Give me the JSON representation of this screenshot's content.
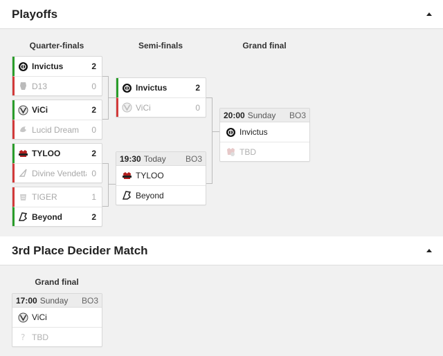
{
  "playoffs": {
    "title": "Playoffs",
    "rounds": {
      "qf": "Quarter-finals",
      "sf": "Semi-finals",
      "gf": "Grand final"
    },
    "quarterfinals": [
      {
        "top": {
          "team": "Invictus",
          "score": "2"
        },
        "bottom": {
          "team": "D13",
          "score": "0"
        }
      },
      {
        "top": {
          "team": "ViCi",
          "score": "2"
        },
        "bottom": {
          "team": "Lucid Dream",
          "score": "0"
        }
      },
      {
        "top": {
          "team": "TYLOO",
          "score": "2"
        },
        "bottom": {
          "team": "Divine Vendetta",
          "score": "0"
        }
      },
      {
        "top": {
          "team": "TIGER",
          "score": "1"
        },
        "bottom": {
          "team": "Beyond",
          "score": "2"
        }
      }
    ],
    "semifinals": [
      {
        "top": {
          "team": "Invictus",
          "score": "2"
        },
        "bottom": {
          "team": "ViCi",
          "score": "0"
        }
      },
      {
        "time": "19:30",
        "day": "Today",
        "bo": "BO3",
        "top": {
          "team": "TYLOO"
        },
        "bottom": {
          "team": "Beyond"
        }
      }
    ],
    "final": {
      "time": "20:00",
      "day": "Sunday",
      "bo": "BO3",
      "top": {
        "team": "Invictus"
      },
      "bottom": {
        "team": "TBD"
      }
    }
  },
  "third_place": {
    "title": "3rd Place Decider Match",
    "round": "Grand final",
    "match": {
      "time": "17:00",
      "day": "Sunday",
      "bo": "BO3",
      "top": {
        "team": "ViCi"
      },
      "bottom": {
        "team": "TBD"
      }
    }
  },
  "colors": {
    "win": "#2a9d2a",
    "lose": "#d23a3a"
  }
}
